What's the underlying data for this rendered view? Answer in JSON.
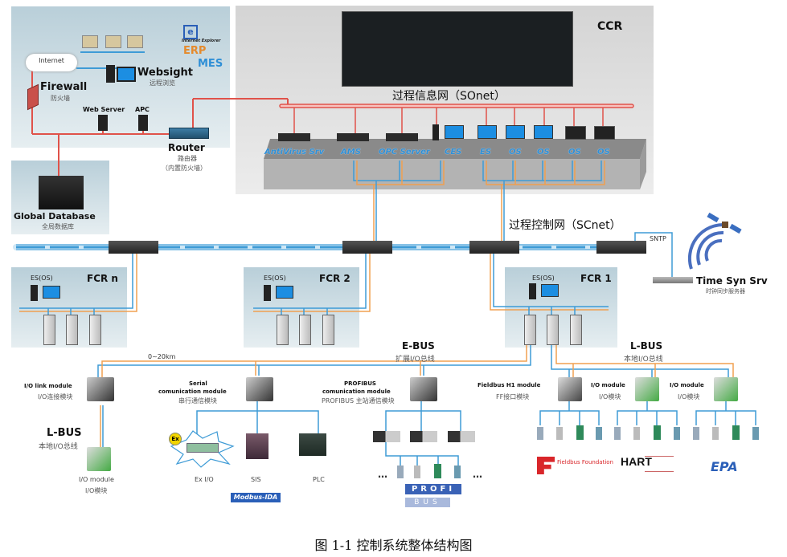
{
  "internet_zone": {
    "internet": "Internet",
    "firewall": "Firewall",
    "firewall_cn": "防火墙",
    "websight": "Websight",
    "websight_cn": "远程浏览",
    "web_server": "Web Server",
    "apc": "APC",
    "router": "Router",
    "router_cn": "路由器",
    "router_note": "（内置防火墙）",
    "ie": "Internet Explorer",
    "erp": "ERP",
    "mes": "MES"
  },
  "global_db": {
    "title": "Global Database",
    "cn": "全局数据库"
  },
  "ccr": {
    "title": "CCR",
    "sonet": "过程信息网（SOnet）",
    "stations": [
      "AntiVirus Srv",
      "AMS",
      "OPC Server",
      "CES",
      "ES",
      "OS",
      "OS",
      "OS",
      "OS"
    ]
  },
  "scnet": {
    "label": "过程控制网（SCnet）",
    "sntp": "SNTP"
  },
  "time_server": {
    "title": "Time Syn Srv",
    "cn": "时钟同步服务器"
  },
  "fcrs": [
    {
      "title": "FCR n",
      "station": "ES(OS)"
    },
    {
      "title": "FCR 2",
      "station": "ES(OS)"
    },
    {
      "title": "FCR 1",
      "station": "ES(OS)"
    }
  ],
  "distance": "0~20km",
  "ebus": {
    "title": "E-BUS",
    "cn": "扩展I/O总线"
  },
  "lbus_right": {
    "title": "L-BUS",
    "cn": "本地I/O总线"
  },
  "lbus_left": {
    "title": "L-BUS",
    "cn": "本地I/O总线"
  },
  "modules": {
    "io_link": {
      "title": "I/O link module",
      "cn": "I/O连接模块"
    },
    "serial": {
      "title1": "Serial",
      "title2": "comunication module",
      "cn": "串行通信模块"
    },
    "profibus": {
      "title1": "PROFIBUS",
      "title2": "comunication module",
      "cn": "PROFIBUS 主站通信模块"
    },
    "fieldbus": {
      "title": "Fieldbus H1 module",
      "cn": "FF接口模块"
    },
    "io1": {
      "title": "I/O module",
      "cn": "I/O模块"
    },
    "io2": {
      "title": "I/O module",
      "cn": "I/O模块"
    },
    "io_bottom": {
      "title": "I/O module",
      "cn": "I/O模块"
    }
  },
  "devices": {
    "exio": "Ex I/O",
    "sis": "SIS",
    "plc": "PLC",
    "ex_badge": "Ex",
    "ellipsis": "…"
  },
  "logos": {
    "modbus": "Modbus-IDA",
    "profi": "PROFI",
    "bus": "BUS",
    "fieldbus_foundation": "Fieldbus Foundation",
    "hart": "HART",
    "epa": "EPA"
  },
  "colors": {
    "red_line": "#e0524a",
    "blue_line": "#3e9bd6",
    "orange_line": "#f0a050",
    "label_blue": "#2f8fd6"
  },
  "caption": "图 1-1 控制系统整体结构图"
}
